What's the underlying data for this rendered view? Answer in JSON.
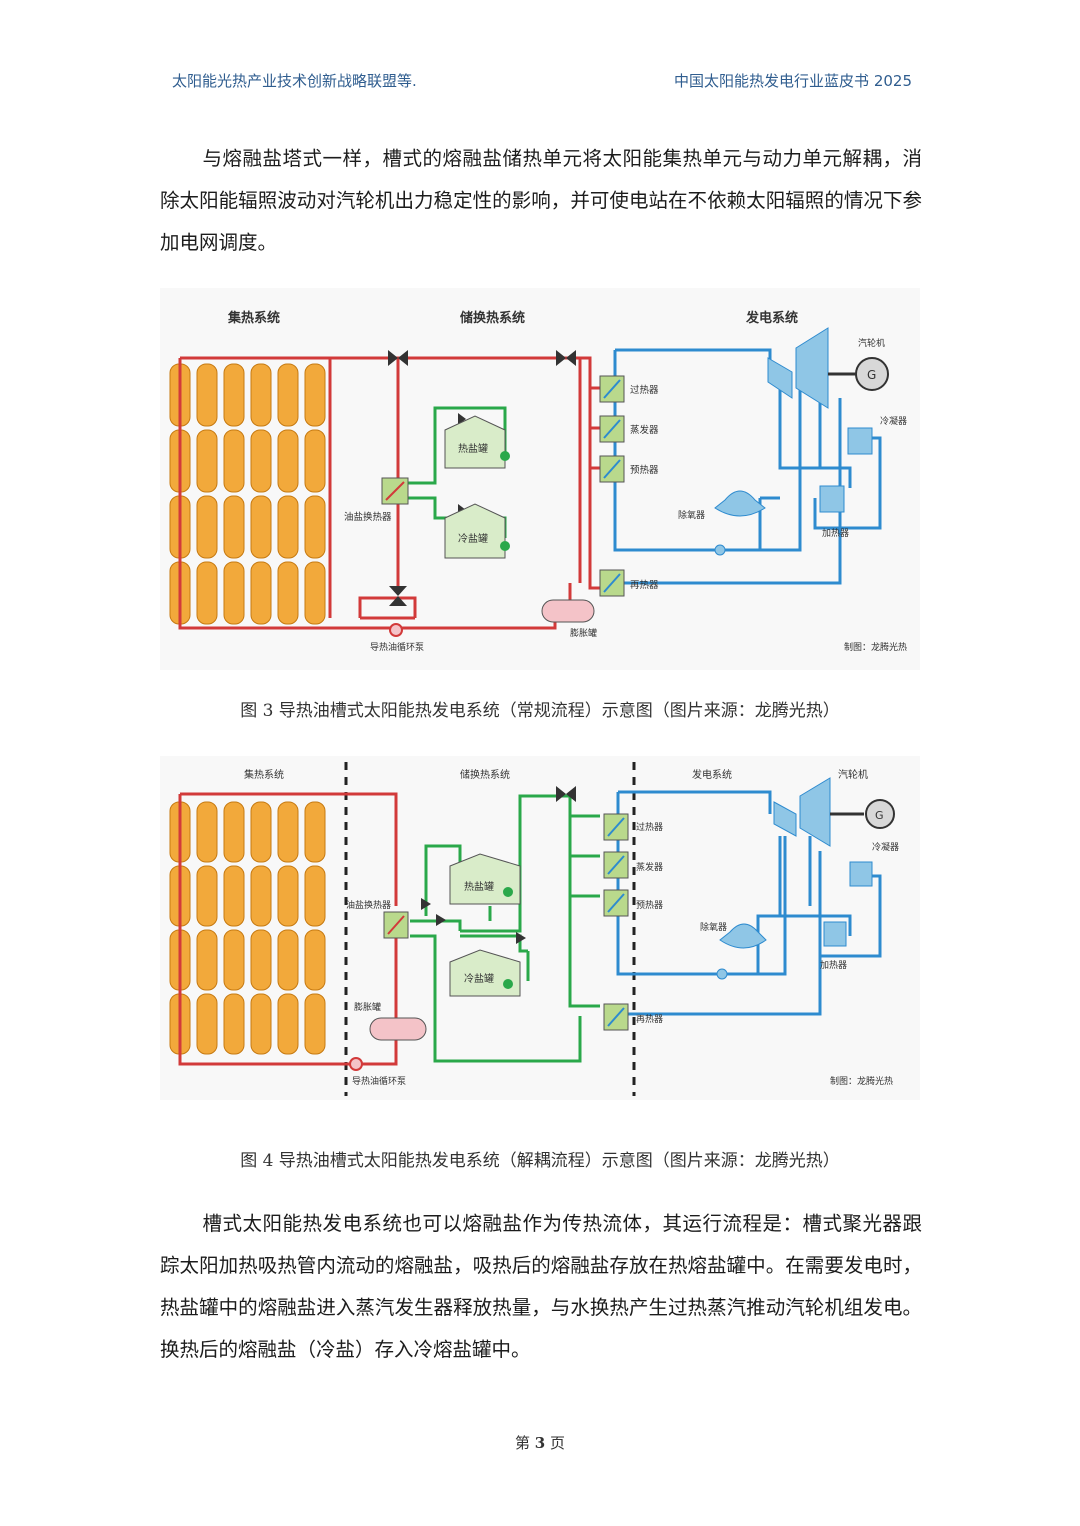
{
  "header": {
    "left": "太阳能光热产业技术创新战略联盟等.",
    "right": "中国太阳能热发电行业蓝皮书 2025"
  },
  "paragraph1": "与熔融盐塔式一样，槽式的熔融盐储热单元将太阳能集热单元与动力单元解耦，消除太阳能辐照波动对汽轮机出力稳定性的影响，并可使电站在不依赖太阳辐照的情况下参加电网调度。",
  "figure1": {
    "caption": "图 3 导热油槽式太阳能热发电系统（常规流程）示意图（图片来源：龙腾光热）",
    "labels": {
      "collector_system": "集热系统",
      "storage_system": "储换热系统",
      "power_system": "发电系统",
      "turbine": "汽轮机",
      "generator": "G",
      "condenser": "冷凝器",
      "superheater": "过热器",
      "evaporator": "蒸发器",
      "preheater": "预热器",
      "reheater": "再热器",
      "deaerator": "除氧器",
      "heater": "加热器",
      "hot_tank": "热盐罐",
      "cold_tank": "冷盐罐",
      "oil_salt_hx": "油盐换热器",
      "expansion_tank": "膨胀罐",
      "oil_pump": "导热油循环泵",
      "credit": "制图：龙腾光热"
    }
  },
  "figure2": {
    "caption": "图 4 导热油槽式太阳能热发电系统（解耦流程）示意图（图片来源：龙腾光热）",
    "labels": {
      "collector_system": "集热系统",
      "storage_system": "储换热系统",
      "power_system": "发电系统",
      "turbine": "汽轮机",
      "generator": "G",
      "condenser": "冷凝器",
      "superheater": "过热器",
      "evaporator": "蒸发器",
      "preheater": "预热器",
      "reheater": "再热器",
      "deaerator": "除氧器",
      "heater": "加热器",
      "hot_tank": "热盐罐",
      "cold_tank": "冷盐罐",
      "oil_salt_hx": "油盐换热器",
      "expansion_tank": "膨胀罐",
      "oil_pump": "导热油循环泵",
      "credit": "制图：龙腾光热"
    }
  },
  "paragraph2": "槽式太阳能热发电系统也可以熔融盐作为传热流体，其运行流程是：槽式聚光器跟踪太阳加热吸热管内流动的熔融盐，吸热后的熔融盐存放在热熔盐罐中。在需要发电时，热盐罐中的熔融盐进入蒸汽发生器释放热量，与水换热产生过热蒸汽推动汽轮机组发电。换热后的熔融盐（冷盐）存入冷熔盐罐中。",
  "footer": {
    "page_prefix": "第",
    "page_number": "3",
    "page_suffix": "页"
  },
  "colors": {
    "header_text": "#2f5d8f",
    "oil_line": "#d23a3a",
    "salt_line": "#2aa84a",
    "water_line": "#2e8bcf",
    "collector": "#f2a93b",
    "tank": "#d9ecc9",
    "hx": "#b9d98c",
    "turbine": "#8fc6e6",
    "expansion_tank": "#f4c3c8"
  }
}
